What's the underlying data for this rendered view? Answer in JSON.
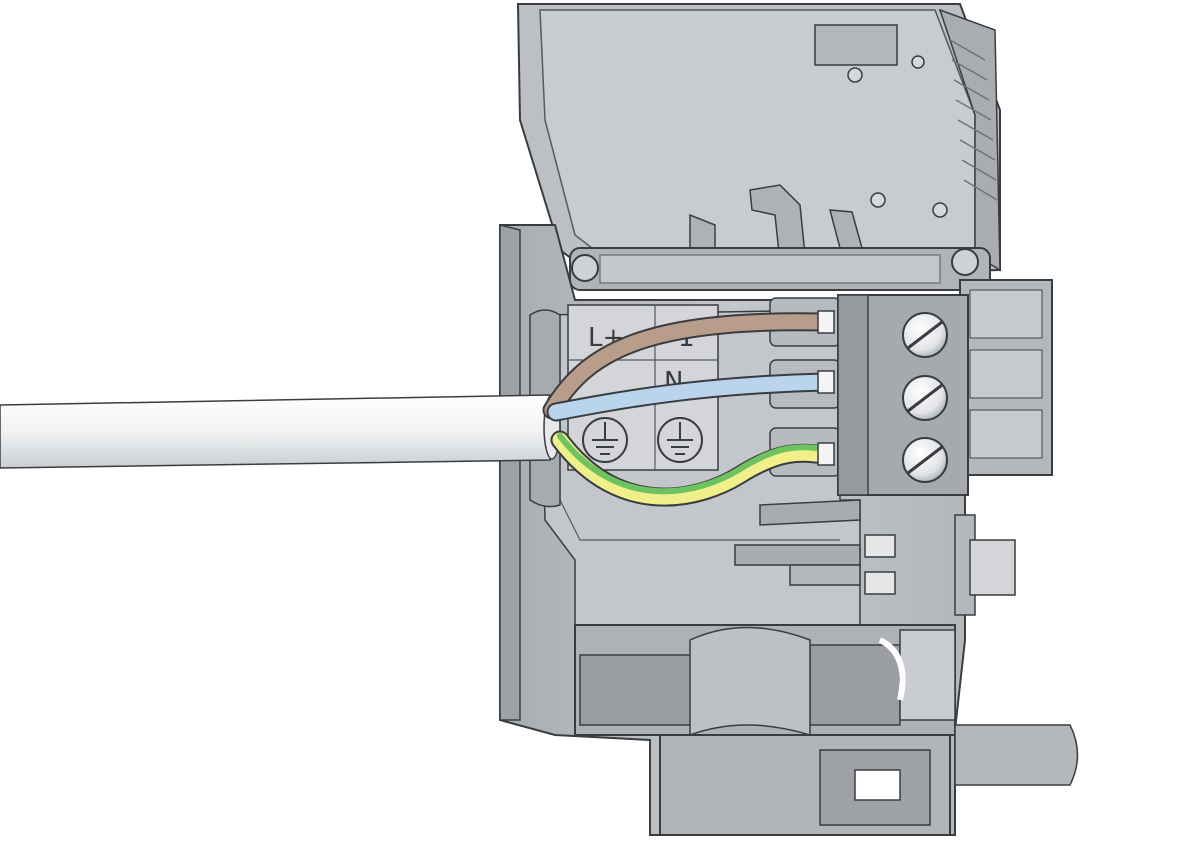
{
  "terminal_labels": {
    "line_plus": "L+",
    "one": "1",
    "neutral": "N"
  },
  "colors": {
    "housing": "#b9bdc2",
    "housing_light": "#c9ccd0",
    "housing_dark": "#8e9297",
    "outline": "#3a3d40",
    "cable_sheath": "#f1f2f3",
    "wire_brown": "#b89d8a",
    "wire_blue": "#b9d4ec",
    "wire_green": "#6cc35f",
    "wire_yellow": "#f1ef8a",
    "ferrule": "#f4f4f4"
  },
  "icons": [
    "protective-earth-icon",
    "screw-icon"
  ]
}
